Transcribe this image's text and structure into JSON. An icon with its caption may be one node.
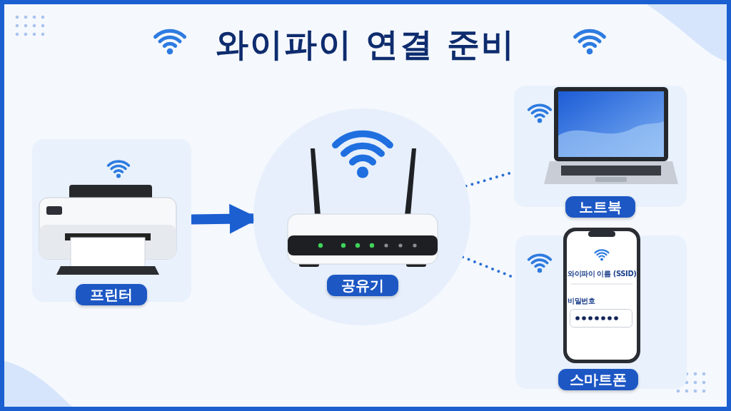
{
  "diagram": {
    "title": "와이파이 연결 준비",
    "nodes": [
      {
        "text": [
          "프린터"
        ]
      },
      {
        "text": [
          "공유기"
        ]
      },
      {
        "text": [
          "노트북"
        ]
      },
      {
        "text": [
          "스마트폰"
        ]
      }
    ],
    "edges": [
      {
        "from": 0,
        "to": 1,
        "arrow": "to",
        "style": "thick"
      },
      {
        "from": 1,
        "to": 2,
        "arrow": "none",
        "style": "dashed"
      },
      {
        "from": 1,
        "to": 3,
        "arrow": "none",
        "style": "dashed"
      }
    ],
    "labels": [
      "와이파이 이름 (SSID)",
      "비밀번호"
    ]
  }
}
